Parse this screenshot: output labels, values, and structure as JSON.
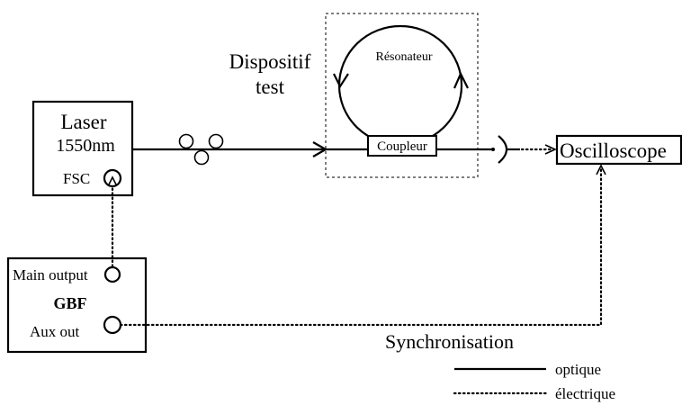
{
  "laser": {
    "title": "Laser",
    "wavelength": "1550nm",
    "fsc": "FSC"
  },
  "gbf": {
    "main_output": "Main output",
    "name": "GBF",
    "aux_out": "Aux out"
  },
  "device": {
    "label_line1": "Dispositif",
    "label_line2": "test"
  },
  "resonator": {
    "label": "Résonateur",
    "coupler": "Coupleur"
  },
  "oscilloscope": {
    "label": "Oscilloscope"
  },
  "sync": {
    "label": "Synchronisation"
  },
  "legend": {
    "optical": "optique",
    "electrical": "électrique"
  }
}
